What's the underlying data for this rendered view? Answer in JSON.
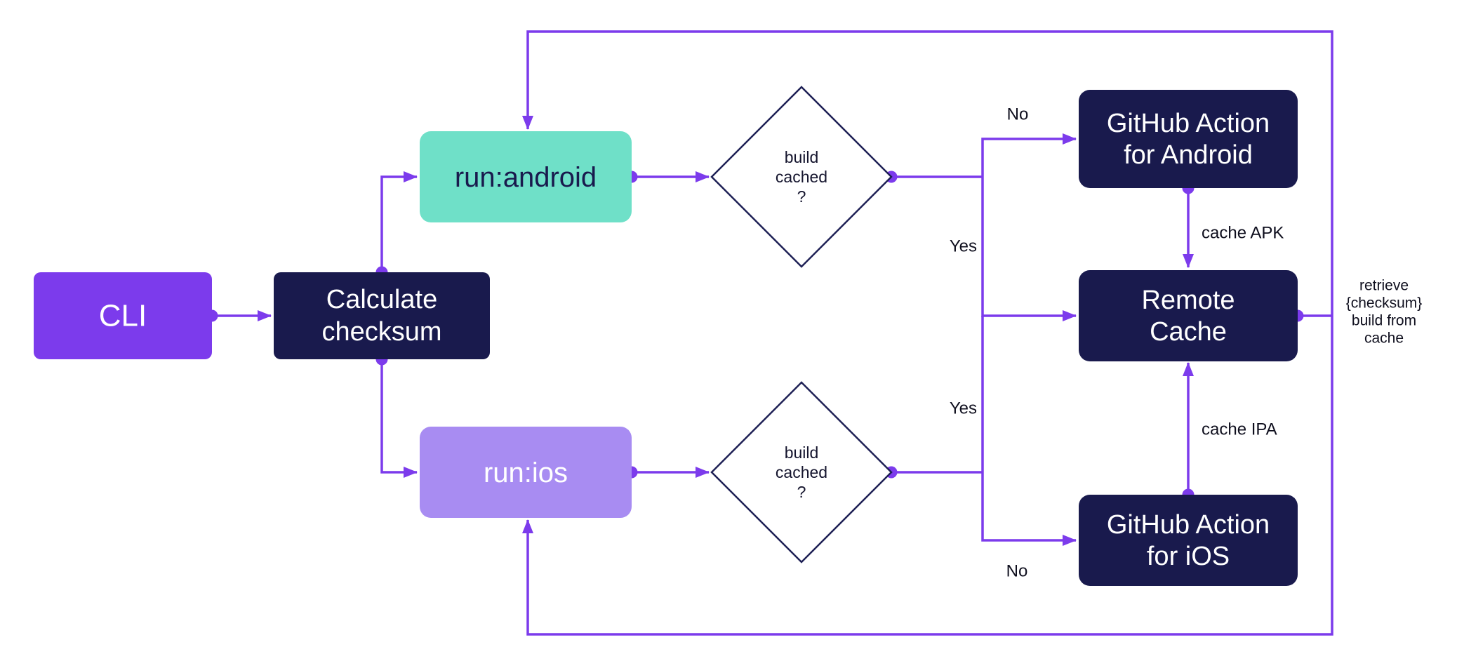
{
  "colors": {
    "accent": "#7C3BEC",
    "navy": "#191A4D",
    "teal": "#6FE0C8",
    "lavender": "#A88CF2",
    "diamond_border": "#1E2055",
    "canvas": "#FFFFFF"
  },
  "nodes": {
    "cli": {
      "label": "CLI"
    },
    "calculate_checksum": {
      "lines": [
        "Calculate",
        "checksum"
      ]
    },
    "run_android": {
      "label": "run:android"
    },
    "run_ios": {
      "label": "run:ios"
    },
    "build_cached_android": {
      "lines": [
        "build",
        "cached",
        "?"
      ]
    },
    "build_cached_ios": {
      "lines": [
        "build",
        "cached",
        "?"
      ]
    },
    "github_action_android": {
      "lines": [
        "GitHub Action",
        "for Android"
      ]
    },
    "remote_cache": {
      "lines": [
        "Remote",
        "Cache"
      ]
    },
    "github_action_ios": {
      "lines": [
        "GitHub Action",
        "for iOS"
      ]
    }
  },
  "edge_labels": {
    "android_no": "No",
    "android_yes": "Yes",
    "ios_yes": "Yes",
    "ios_no": "No",
    "cache_apk": "cache APK",
    "cache_ipa": "cache IPA",
    "retrieve": {
      "lines": [
        "retrieve",
        "{checksum}",
        "build from",
        "cache"
      ]
    }
  }
}
